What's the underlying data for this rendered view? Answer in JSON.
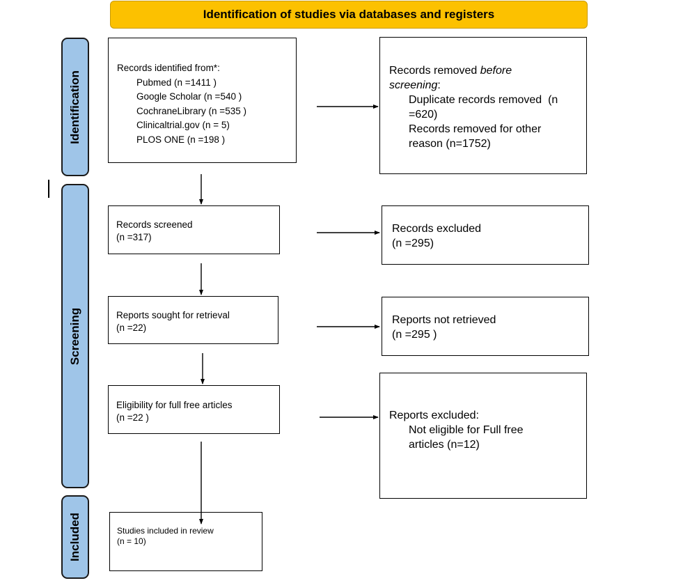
{
  "header": {
    "title": "Identification of studies via databases and registers"
  },
  "phases": {
    "identification": "Identification",
    "screening": "Screening",
    "included": "Included"
  },
  "boxes": {
    "records_identified": {
      "heading": "Records identified from*:",
      "sources": [
        "Pubmed (n =1411 )",
        "Google Scholar (n =540 )",
        "CochraneLibrary (n =535 )",
        "Clinicaltrial.gov (n = 5)",
        "PLOS ONE (n =198 )"
      ]
    },
    "records_removed": {
      "heading_prefix": "Records removed ",
      "heading_emph": "before screening",
      "heading_suffix": ":",
      "lines": [
        "Duplicate records removed  (n",
        "=620)",
        "Records removed for other",
        "reason (n=1752)"
      ]
    },
    "records_screened": {
      "label": "Records screened",
      "count": "(n =317)"
    },
    "records_excluded": {
      "label": "Records excluded",
      "count": "(n =295)"
    },
    "reports_sought": {
      "label": "Reports sought for retrieval",
      "count": "(n =22)"
    },
    "reports_not_retrieved": {
      "label": "Reports not retrieved",
      "count": "(n =295 )"
    },
    "eligibility": {
      "label": "Eligibility for full free articles",
      "count": "(n =22 )"
    },
    "reports_excluded": {
      "heading": "Reports excluded:",
      "lines": [
        "Not eligible for Full free",
        "articles (n=12)"
      ]
    },
    "studies_included": {
      "label": "Studies included in review",
      "count": "(n = 10)"
    }
  }
}
